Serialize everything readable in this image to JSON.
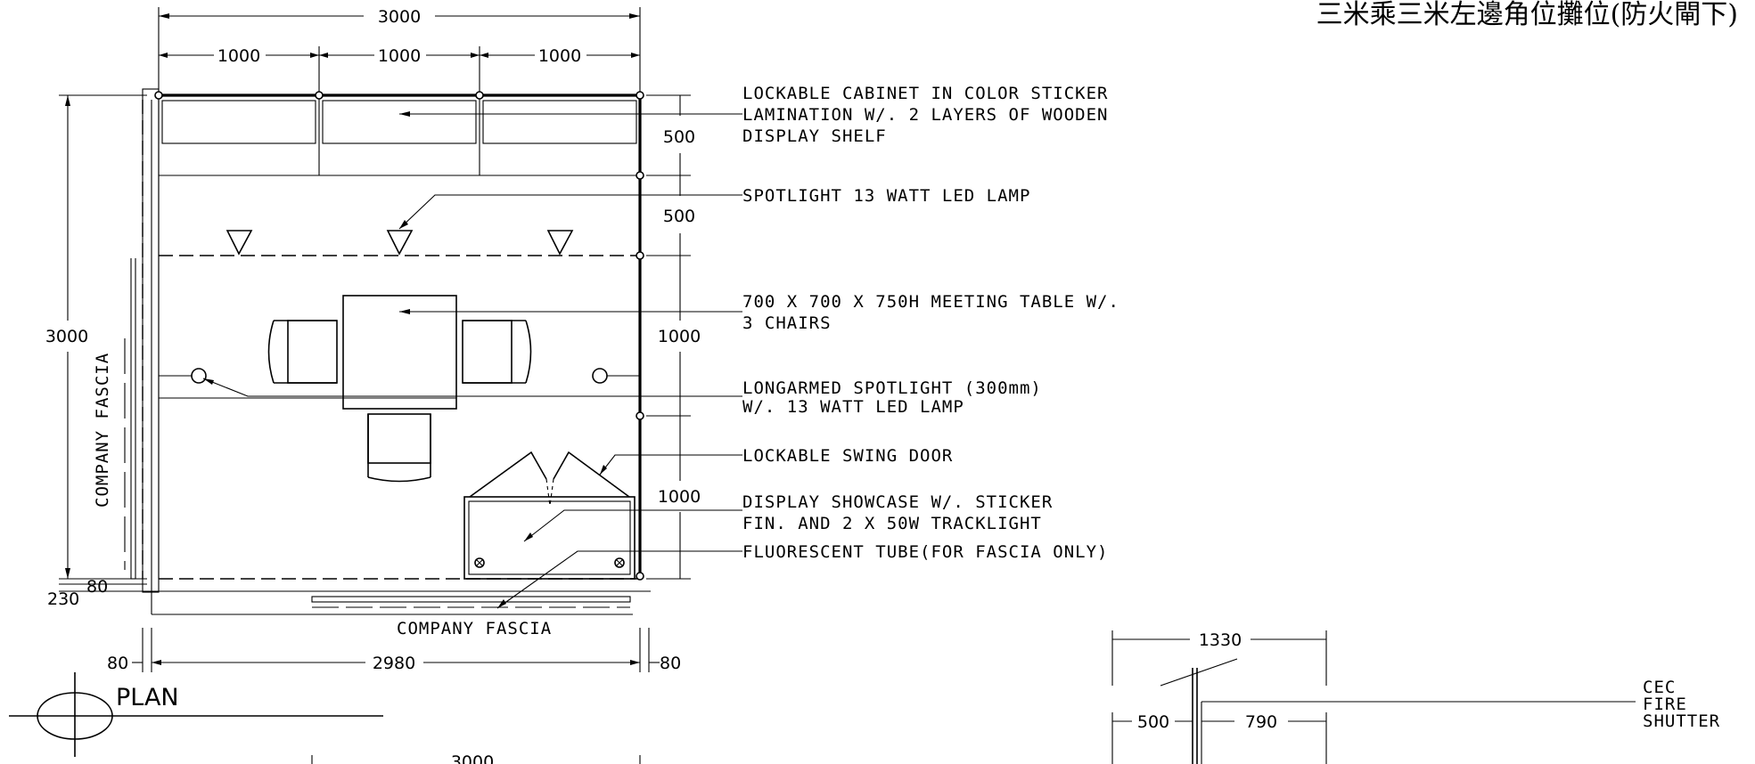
{
  "title": "三米乘三米左邊角位攤位(防火閘下)",
  "plan_label": "PLAN",
  "dimensions": {
    "overall_width": "3000",
    "module_1": "1000",
    "module_2": "1000",
    "module_3": "1000",
    "overall_depth": "3000",
    "cabinet_depth": "500",
    "spot_zone": "500",
    "table_zone": "1000",
    "showcase_zone": "1000",
    "fascia_offset_230": "230",
    "fascia_offset_80": "80",
    "bottom_left_80": "80",
    "bottom_inner": "2980",
    "bottom_right_80": "80",
    "bottom_cut": "3000"
  },
  "fascia_labels": {
    "side": "COMPANY FASCIA",
    "front": "COMPANY FASCIA"
  },
  "callouts": {
    "cabinet_1": "LOCKABLE CABINET IN COLOR STICKER",
    "cabinet_2": "LAMINATION W/. 2 LAYERS OF WOODEN",
    "cabinet_3": "DISPLAY SHELF",
    "spotlight": "SPOTLIGHT 13 WATT LED LAMP",
    "table_1": "700 X 700 X 750H MEETING TABLE W/.",
    "table_2": "3 CHAIRS",
    "longarm_1": "LONGARMED SPOTLIGHT (300mm)",
    "longarm_2": "W/. 13 WATT LED LAMP",
    "door": "LOCKABLE SWING DOOR",
    "showcase_1": "DISPLAY SHOWCASE W/. STICKER",
    "showcase_2": "FIN. AND 2 X 50W TRACKLIGHT",
    "fluorescent": "FLUORESCENT TUBE(FOR FASCIA ONLY)"
  },
  "detail": {
    "width": "1330",
    "left": "500",
    "right": "790",
    "label_1": "CEC",
    "label_2": "FIRE",
    "label_3": "SHUTTER"
  }
}
